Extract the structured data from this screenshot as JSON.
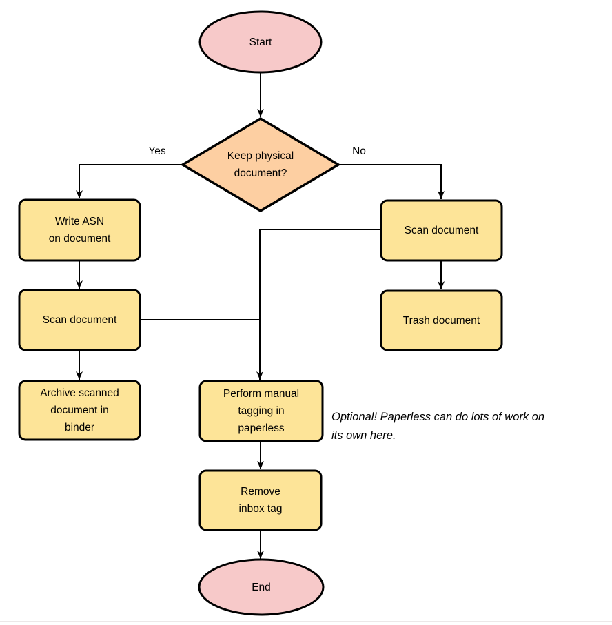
{
  "colors": {
    "terminator_fill": "#f7c9c9",
    "decision_fill": "#fdcfa2",
    "process_fill": "#fde498",
    "stroke": "#000000",
    "background": "#ffffff"
  },
  "nodes": {
    "start": {
      "label": "Start",
      "type": "terminator"
    },
    "decision": {
      "label": "Keep physical\ndocument?",
      "type": "decision"
    },
    "write_asn": {
      "label": "Write ASN\non document",
      "type": "process"
    },
    "scan_left": {
      "label": "Scan document",
      "type": "process"
    },
    "archive": {
      "label": "Archive scanned\ndocument in\nbinder",
      "type": "process"
    },
    "scan_right": {
      "label": "Scan document",
      "type": "process"
    },
    "trash": {
      "label": "Trash document",
      "type": "process"
    },
    "tagging": {
      "label": "Perform manual\ntagging in\npaperless",
      "type": "process"
    },
    "remove_inbox": {
      "label": "Remove\ninbox tag",
      "type": "process"
    },
    "end": {
      "label": "End",
      "type": "terminator"
    }
  },
  "edge_labels": {
    "yes": "Yes",
    "no": "No"
  },
  "note": {
    "text": "Optional! Paperless can do lots of work on\nits own here."
  }
}
